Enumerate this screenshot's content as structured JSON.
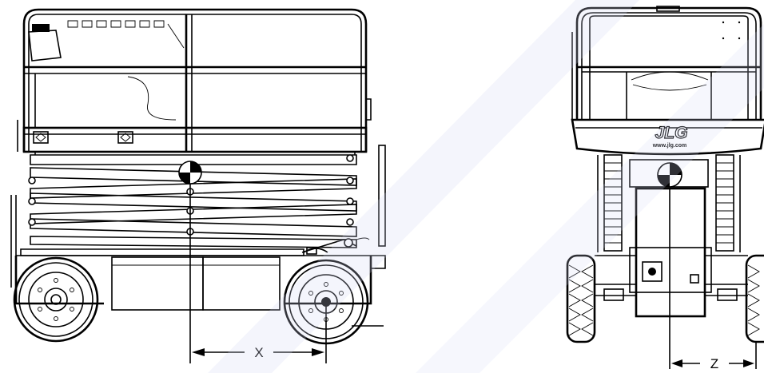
{
  "dimensions": {
    "side_view_label": "X",
    "rear_view_label": "Z"
  },
  "branding": {
    "logo_text": "JLG",
    "website": "www.jlg.com"
  },
  "colors": {
    "line": "#000000",
    "background": "#ffffff",
    "watermark": "#c8cdf2"
  }
}
